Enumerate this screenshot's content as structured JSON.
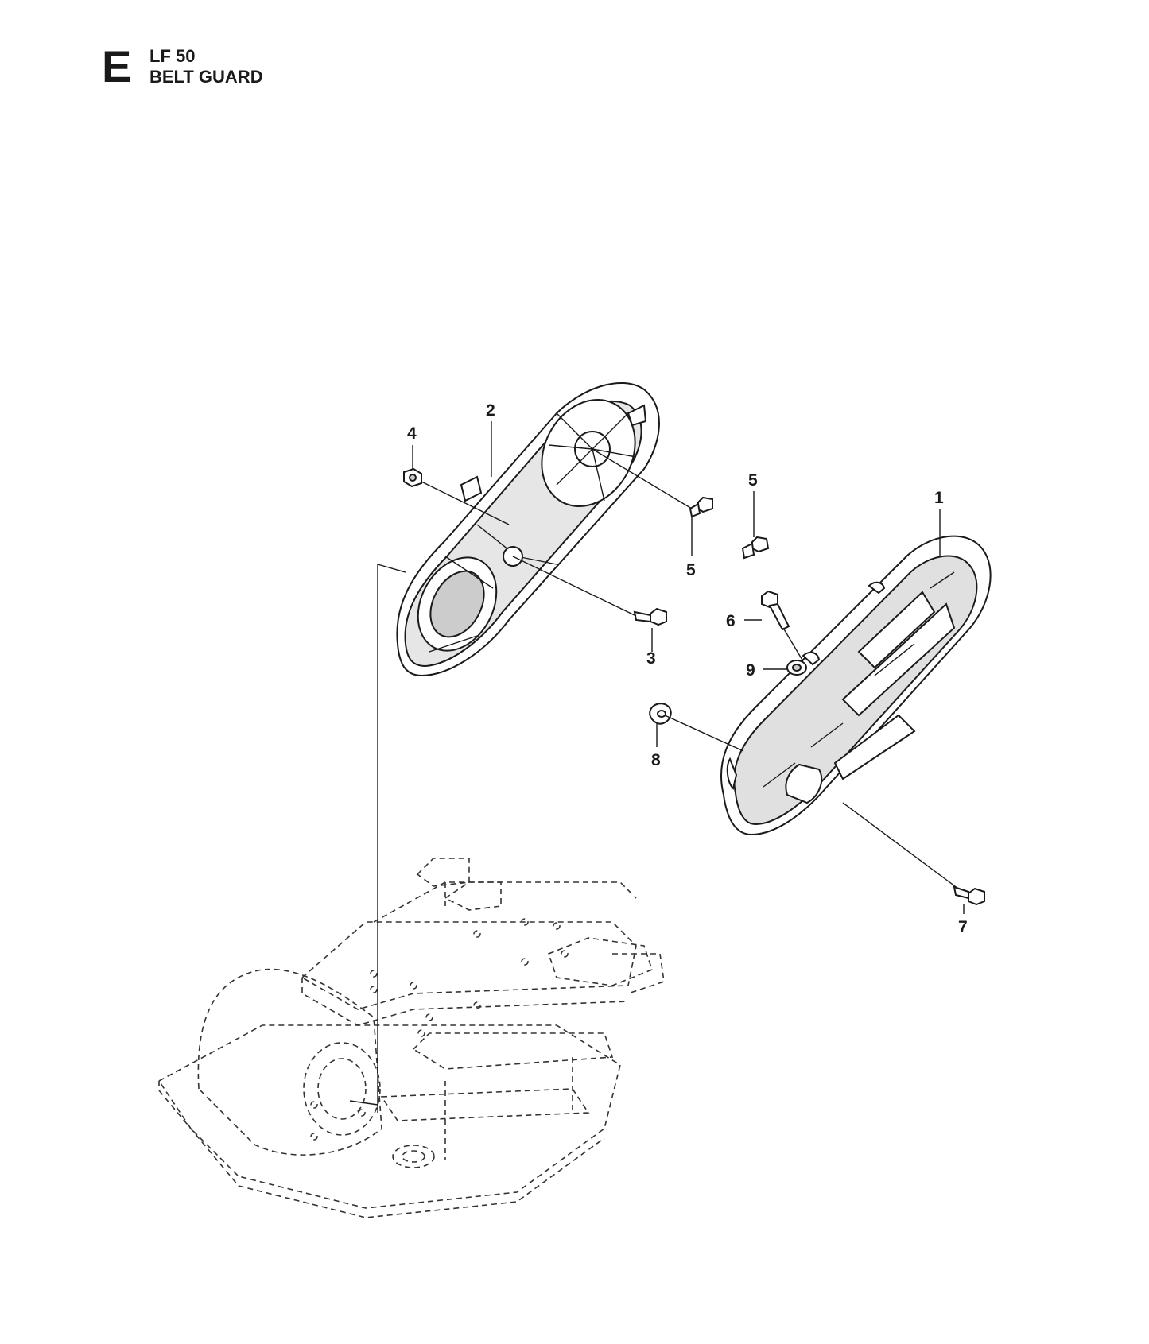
{
  "header": {
    "section_letter": "E",
    "model": "LF 50",
    "title": "BELT GUARD"
  },
  "callouts": [
    {
      "id": "c1",
      "label": "1"
    },
    {
      "id": "c2",
      "label": "2"
    },
    {
      "id": "c3",
      "label": "3"
    },
    {
      "id": "c4",
      "label": "4"
    },
    {
      "id": "c5a",
      "label": "5"
    },
    {
      "id": "c5b",
      "label": "5"
    },
    {
      "id": "c6",
      "label": "6"
    },
    {
      "id": "c7",
      "label": "7"
    },
    {
      "id": "c8",
      "label": "8"
    },
    {
      "id": "c9",
      "label": "9"
    }
  ]
}
